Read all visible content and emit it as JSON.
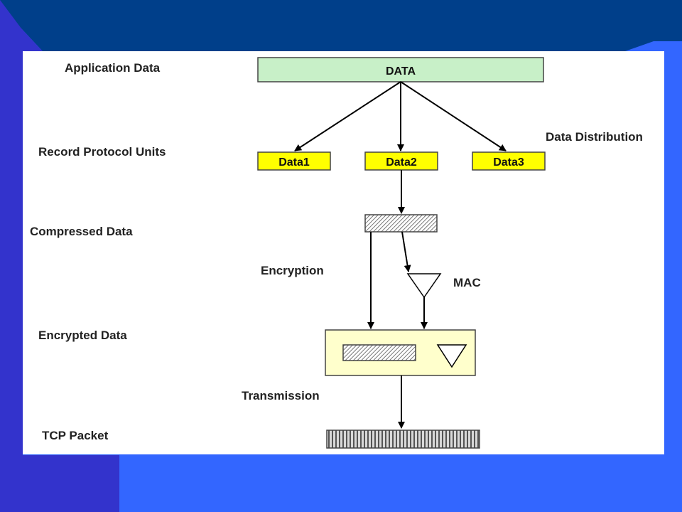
{
  "slide": {
    "colors": {
      "left_bar": "#3333cc",
      "top_bar": "#003f8a",
      "background": "#3366ff",
      "data_box": "#c8f0c8",
      "unit_box": "#ffff00",
      "encrypted_box": "#ffffcc"
    }
  },
  "diagram": {
    "stage_labels": {
      "application": "Application Data",
      "record": "Record Protocol Units",
      "compressed": "Compressed Data",
      "encrypted": "Encrypted Data",
      "tcp": "TCP Packet"
    },
    "process_labels": {
      "distribution": "Data Distribution",
      "encryption": "Encryption",
      "mac": "MAC",
      "transmission": "Transmission"
    },
    "data_box": "DATA",
    "units": [
      "Data1",
      "Data2",
      "Data3"
    ]
  }
}
